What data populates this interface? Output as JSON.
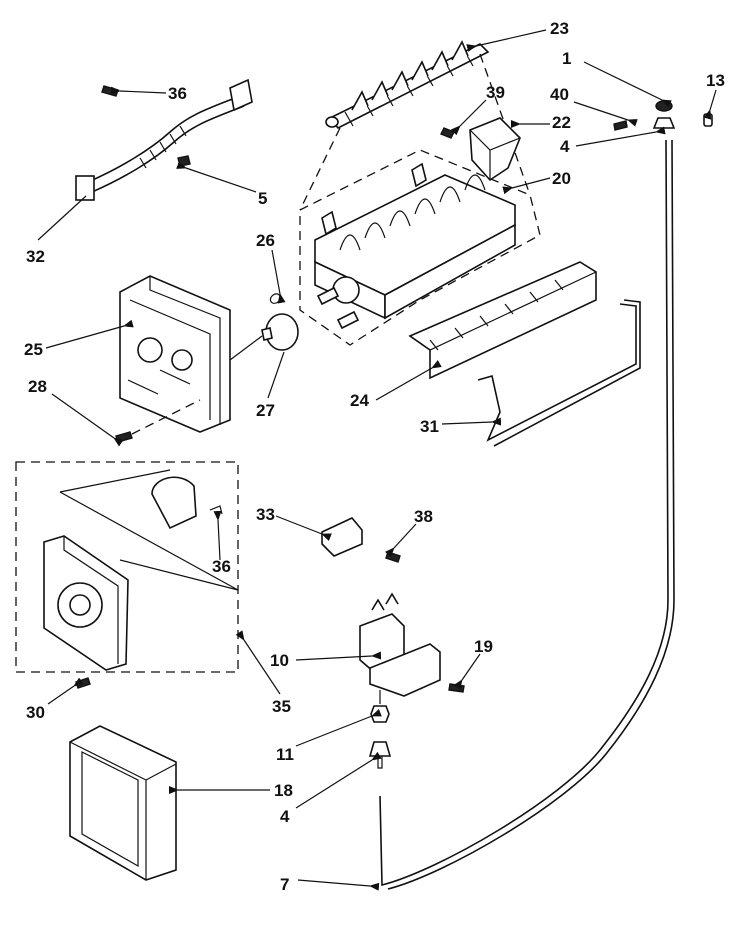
{
  "callouts": [
    {
      "id": "c1",
      "label": "1"
    },
    {
      "id": "c4a",
      "label": "4"
    },
    {
      "id": "c4b",
      "label": "4"
    },
    {
      "id": "c5",
      "label": "5"
    },
    {
      "id": "c7",
      "label": "7"
    },
    {
      "id": "c10",
      "label": "10"
    },
    {
      "id": "c11",
      "label": "11"
    },
    {
      "id": "c13",
      "label": "13"
    },
    {
      "id": "c18",
      "label": "18"
    },
    {
      "id": "c19",
      "label": "19"
    },
    {
      "id": "c20",
      "label": "20"
    },
    {
      "id": "c22",
      "label": "22"
    },
    {
      "id": "c23",
      "label": "23"
    },
    {
      "id": "c24",
      "label": "24"
    },
    {
      "id": "c25",
      "label": "25"
    },
    {
      "id": "c26",
      "label": "26"
    },
    {
      "id": "c27",
      "label": "27"
    },
    {
      "id": "c28",
      "label": "28"
    },
    {
      "id": "c30",
      "label": "30"
    },
    {
      "id": "c31",
      "label": "31"
    },
    {
      "id": "c32",
      "label": "32"
    },
    {
      "id": "c33",
      "label": "33"
    },
    {
      "id": "c35",
      "label": "35"
    },
    {
      "id": "c36a",
      "label": "36"
    },
    {
      "id": "c36b",
      "label": "36"
    },
    {
      "id": "c38",
      "label": "38"
    },
    {
      "id": "c39",
      "label": "39"
    },
    {
      "id": "c40",
      "label": "40"
    }
  ]
}
